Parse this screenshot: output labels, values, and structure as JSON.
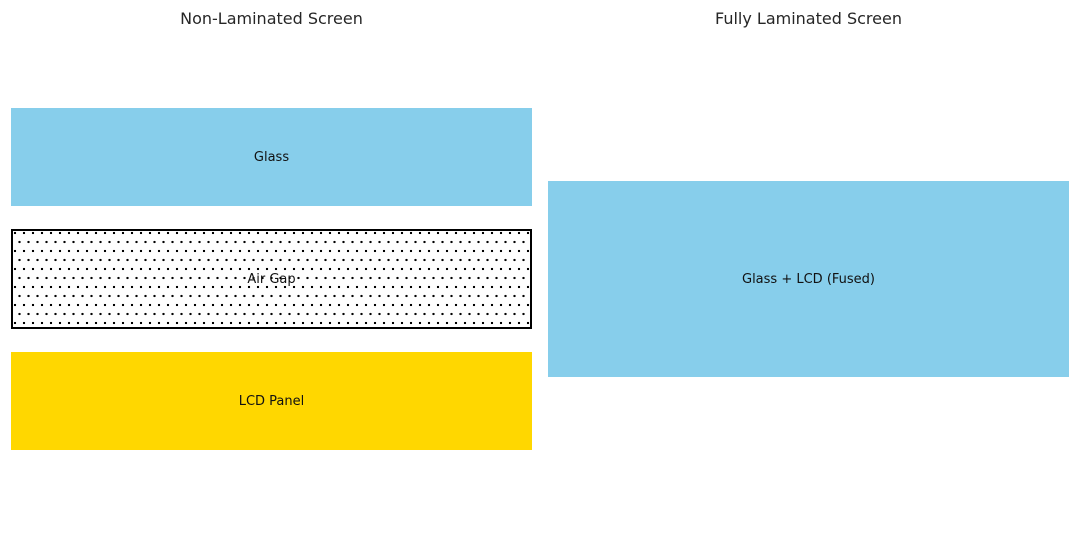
{
  "figure": {
    "background_color": "#ffffff",
    "left_panel": {
      "title": "Non-Laminated Screen",
      "layers": [
        {
          "label": "Glass",
          "color": "#87ceeb",
          "pattern": "solid"
        },
        {
          "label": "Air Gap",
          "color": "#fefefe",
          "pattern": "black-dots",
          "border_color": "#000000"
        },
        {
          "label": "LCD Panel",
          "color": "#ffd700",
          "pattern": "solid"
        }
      ]
    },
    "right_panel": {
      "title": "Fully Laminated Screen",
      "layers": [
        {
          "label": "Glass + LCD (Fused)",
          "color": "#87ceeb",
          "pattern": "solid"
        }
      ]
    },
    "text_colors": {
      "title": "#262626",
      "layer_label": "#111111"
    }
  }
}
